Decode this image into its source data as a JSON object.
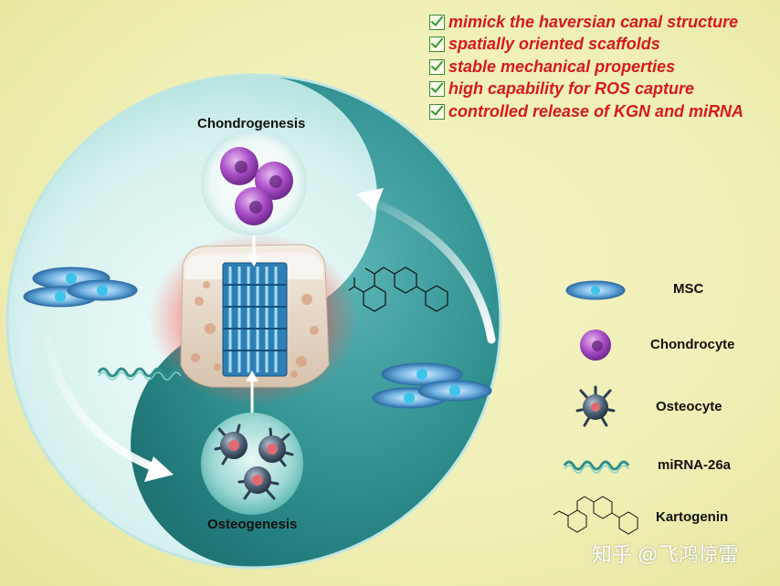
{
  "checklist": [
    {
      "text": "mimick the haversian canal structure"
    },
    {
      "text": "spatially oriented scaffolds"
    },
    {
      "text": "stable mechanical properties"
    },
    {
      "text": "high capability for ROS capture"
    },
    {
      "text": "controlled release of KGN and miRNA"
    }
  ],
  "diagram": {
    "top_label": "Chondrogenesis",
    "bottom_label": "Osteogenesis"
  },
  "legend": [
    {
      "label": "MSC",
      "icon": "msc-cell-icon"
    },
    {
      "label": "Chondrocyte",
      "icon": "chondrocyte-icon"
    },
    {
      "label": "Osteocyte",
      "icon": "osteocyte-icon"
    },
    {
      "label": "miRNA-26a",
      "icon": "mirna-strand-icon"
    },
    {
      "label": "Kartogenin",
      "icon": "kartogenin-structure-icon"
    }
  ],
  "watermark": "知乎 @飞鸿惊雷",
  "colors": {
    "background": "#f0efb6",
    "teal": "#2e8c8c",
    "light_cyan": "#d9f3f1",
    "check_text": "#d61a1a",
    "check_mark": "#2f9a2f"
  }
}
